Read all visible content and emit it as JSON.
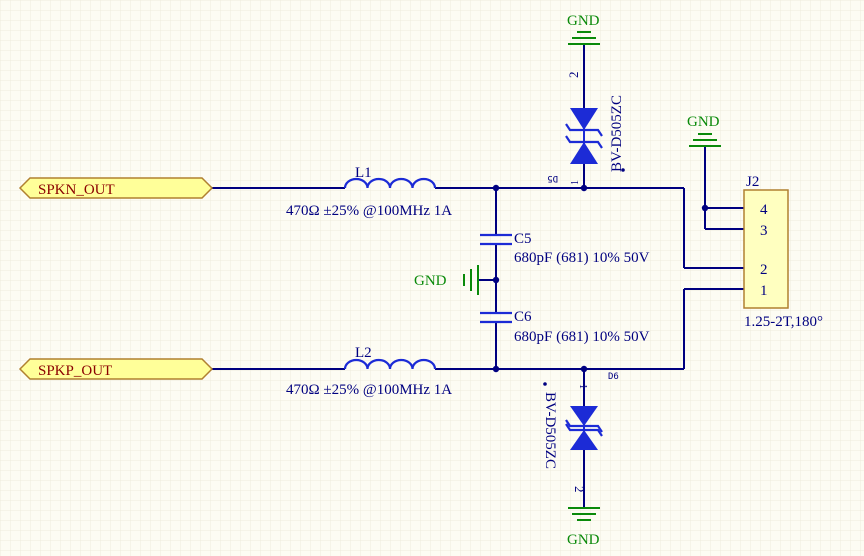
{
  "colors": {
    "background": "#fdfcf3",
    "grid": "#ece9d8",
    "wire": "#000080",
    "component": "#1c2bd6",
    "label_text": "#000080",
    "ground": "#0a8a0a",
    "port_fill": "#ffff99",
    "port_border": "#b08030",
    "port_text": "#8b0000",
    "connector_fill": "#ffffc0"
  },
  "ports": [
    {
      "label": "SPKN_OUT"
    },
    {
      "label": "SPKP_OUT"
    }
  ],
  "inductors": [
    {
      "ref": "L1",
      "value": "470Ω ±25% @100MHz 1A"
    },
    {
      "ref": "L2",
      "value": "470Ω ±25% @100MHz 1A"
    }
  ],
  "capacitors": [
    {
      "ref": "C5",
      "value": "680pF (681) 10% 50V"
    },
    {
      "ref": "C6",
      "value": "680pF (681) 10% 50V"
    }
  ],
  "diodes": [
    {
      "ref": "D5",
      "part": "BV-D505ZC",
      "pin_top": "2",
      "pin_bottom": "1"
    },
    {
      "ref": "D6",
      "part": "BV-D505ZC",
      "pin_top": "1",
      "pin_bottom": "2"
    }
  ],
  "grounds": {
    "label": "GND"
  },
  "connector": {
    "ref": "J2",
    "part": "1.25-2T,180°",
    "pins": [
      "4",
      "3",
      "2",
      "1"
    ]
  }
}
